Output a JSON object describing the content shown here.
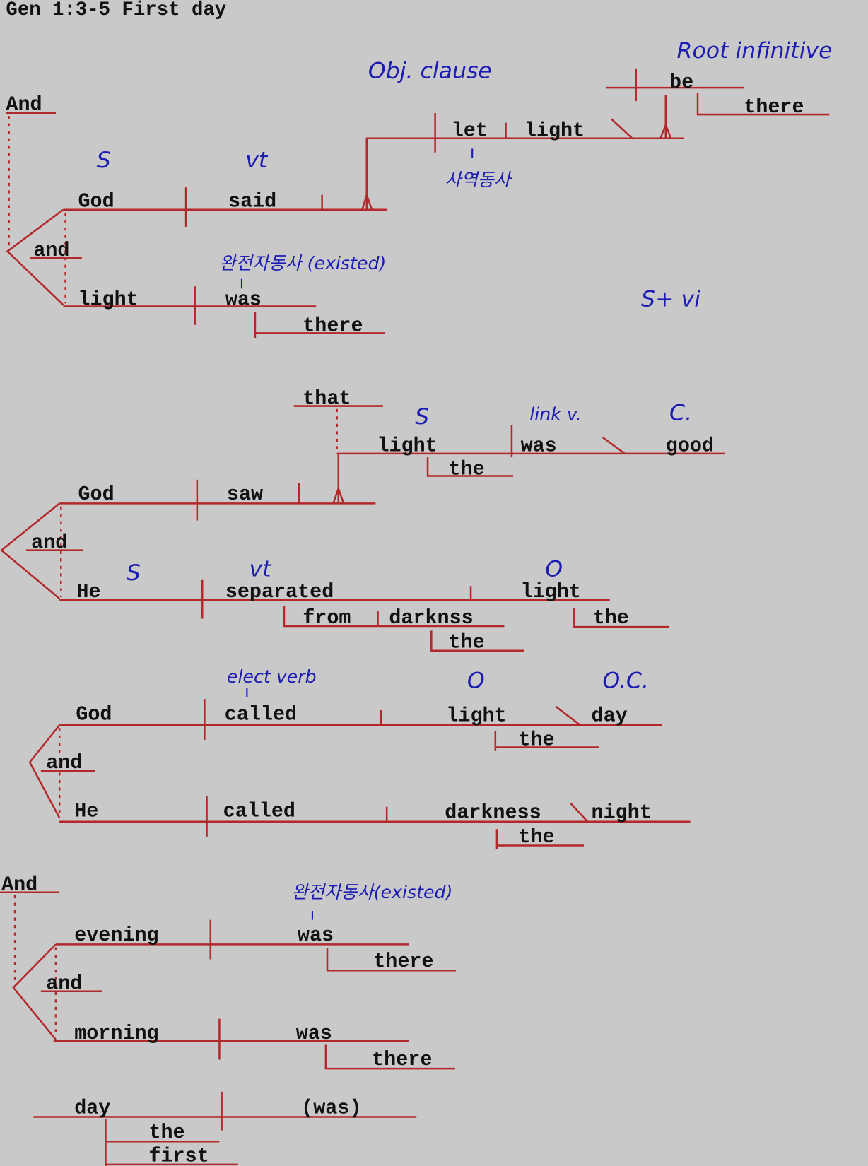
{
  "title": "Gen 1:3-5 First day",
  "colors": {
    "background": "#c9c9c9",
    "diagram_lines": "#b3282a",
    "handwriting": "#1c1cb4",
    "text": "#111111"
  },
  "verse3": {
    "conj_and": "And",
    "s1_subject": "God",
    "s1_verb": "said",
    "obj_let": "let",
    "obj_light": "light",
    "inf_be": "be",
    "inf_there": "there",
    "conj": "and",
    "s2_subject": "light",
    "s2_verb": "was",
    "s2_modifier": "there"
  },
  "verse3_notes": {
    "subject": "S",
    "verb": "vt",
    "obj_clause": "Obj. clause",
    "root_infinitive": "Root infinitive",
    "causative": "사역동사",
    "intransitive": "완전자동사 (existed)",
    "pattern": "S+ vi"
  },
  "verse4": {
    "that": "that",
    "cl_subject": "light",
    "cl_article": "the",
    "cl_verb": "was",
    "cl_complement": "good",
    "s1_subject": "God",
    "s1_verb": "saw",
    "conj": "and",
    "s2_subject": "He",
    "s2_verb": "separated",
    "s2_object": "light",
    "s2_obj_article": "the",
    "prep": "from",
    "prep_obj": "darknss",
    "prep_article": "the"
  },
  "verse4_notes": {
    "cl_subject": "S",
    "linking": "link v.",
    "complement": "C.",
    "subject": "S",
    "verb": "vt",
    "object": "O"
  },
  "verse5a": {
    "s1_subject": "God",
    "s1_verb": "called",
    "s1_object": "light",
    "s1_obj_article": "the",
    "s1_oc": "day",
    "conj": "and",
    "s2_subject": "He",
    "s2_verb": "called",
    "s2_object": "darkness",
    "s2_obj_article": "the",
    "s2_oc": "night"
  },
  "verse5a_notes": {
    "elect_verb": "elect verb",
    "object": "O",
    "object_complement": "O.C."
  },
  "verse5b": {
    "conj_and": "And",
    "s1_subject": "evening",
    "s1_verb": "was",
    "s1_modifier": "there",
    "conj": "and",
    "s2_subject": "morning",
    "s2_verb": "was",
    "s2_modifier": "there",
    "s3_subject": "day",
    "s3_verb": "(was)",
    "s3_article": "the",
    "s3_modifier": "first"
  },
  "verse5b_notes": {
    "intransitive": "완전자동사(existed)"
  }
}
